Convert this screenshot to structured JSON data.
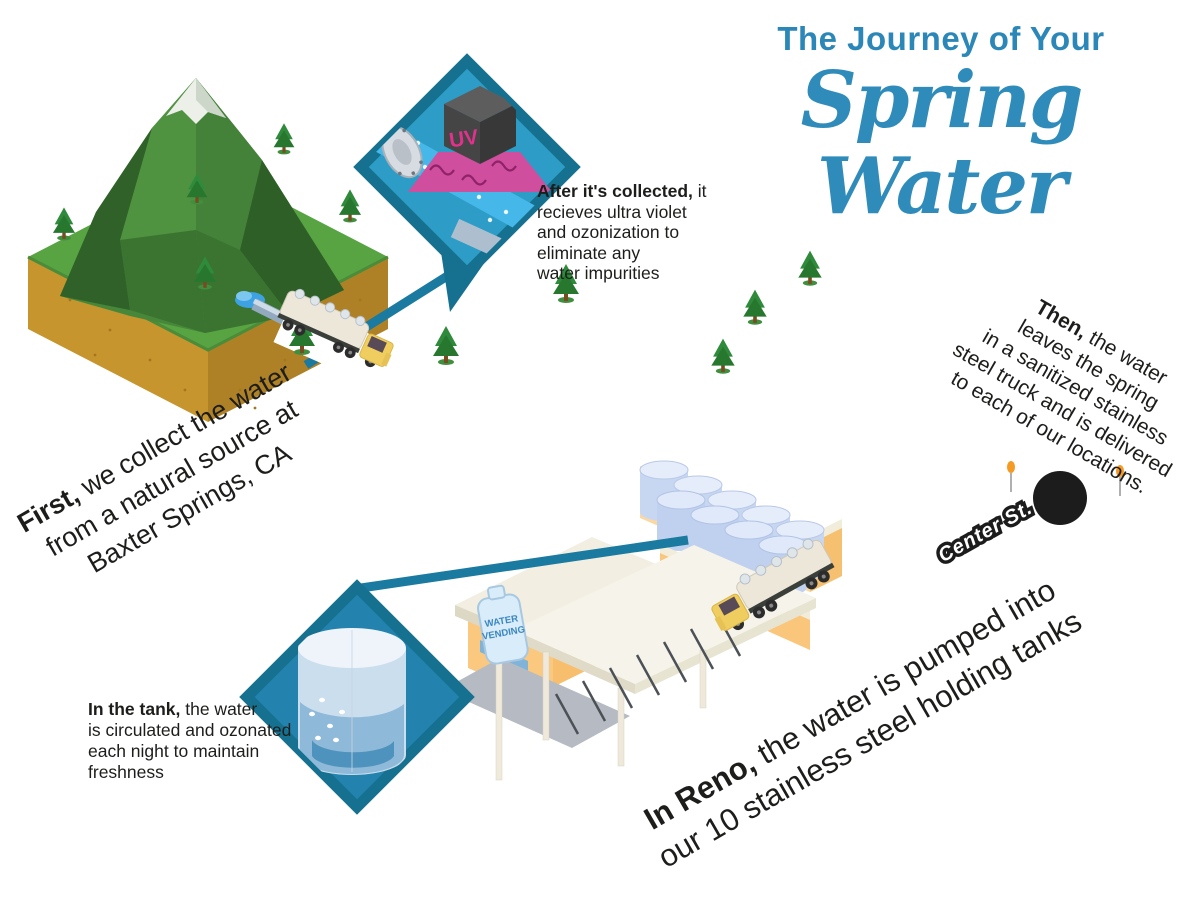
{
  "title": {
    "line1": "The Journey of Your",
    "line2": "Spring Water"
  },
  "steps": {
    "collect": {
      "lead": "First,",
      "line1_rest": " we collect the water",
      "line2": "from a natural source at",
      "line3": "Baxter Springs, CA"
    },
    "treat": {
      "lead": "After it's collected,",
      "line1_rest": " it",
      "line2": "recieves ultra violet",
      "line3": "and ozonization to",
      "line4": "eliminate any",
      "line5": "water impurities"
    },
    "deliver": {
      "lead": "Then,",
      "line1_rest": " the water",
      "line2": "leaves the spring",
      "line3": "in a sanitized stainless",
      "line4": "steel truck and is delivered",
      "line5": "to each of our locations."
    },
    "reno": {
      "lead": "In Reno,",
      "line1_rest": " the water is pumped into",
      "line2": "our 10 stainless steel holding tanks"
    },
    "tank": {
      "lead": "In the tank,",
      "line1_rest": " the water",
      "line2": "is circulated and ozonated",
      "line3": "each night to maintain",
      "line4": "freshness"
    }
  },
  "labels": {
    "street": "Center St.",
    "uv_unit": "UV",
    "vending_sign_line1": "WATER",
    "vending_sign_line2": "VENDING"
  },
  "colors": {
    "accent_blue": "#2b87b8",
    "callout_border_teal": "#15718f",
    "callout_fill_blue": "#2d9cc6",
    "connector_teal": "#1a7aa0",
    "road_black": "#1c1c1c",
    "grass_green": "#58a443",
    "dirt_gold": "#c2922d",
    "uv_magenta": "#d6368b",
    "truck_yellow": "#f0cd5f",
    "traffic_orange": "#f59a23",
    "tank_blue": "#c7d7f2",
    "building_orange": "#fac87e"
  }
}
